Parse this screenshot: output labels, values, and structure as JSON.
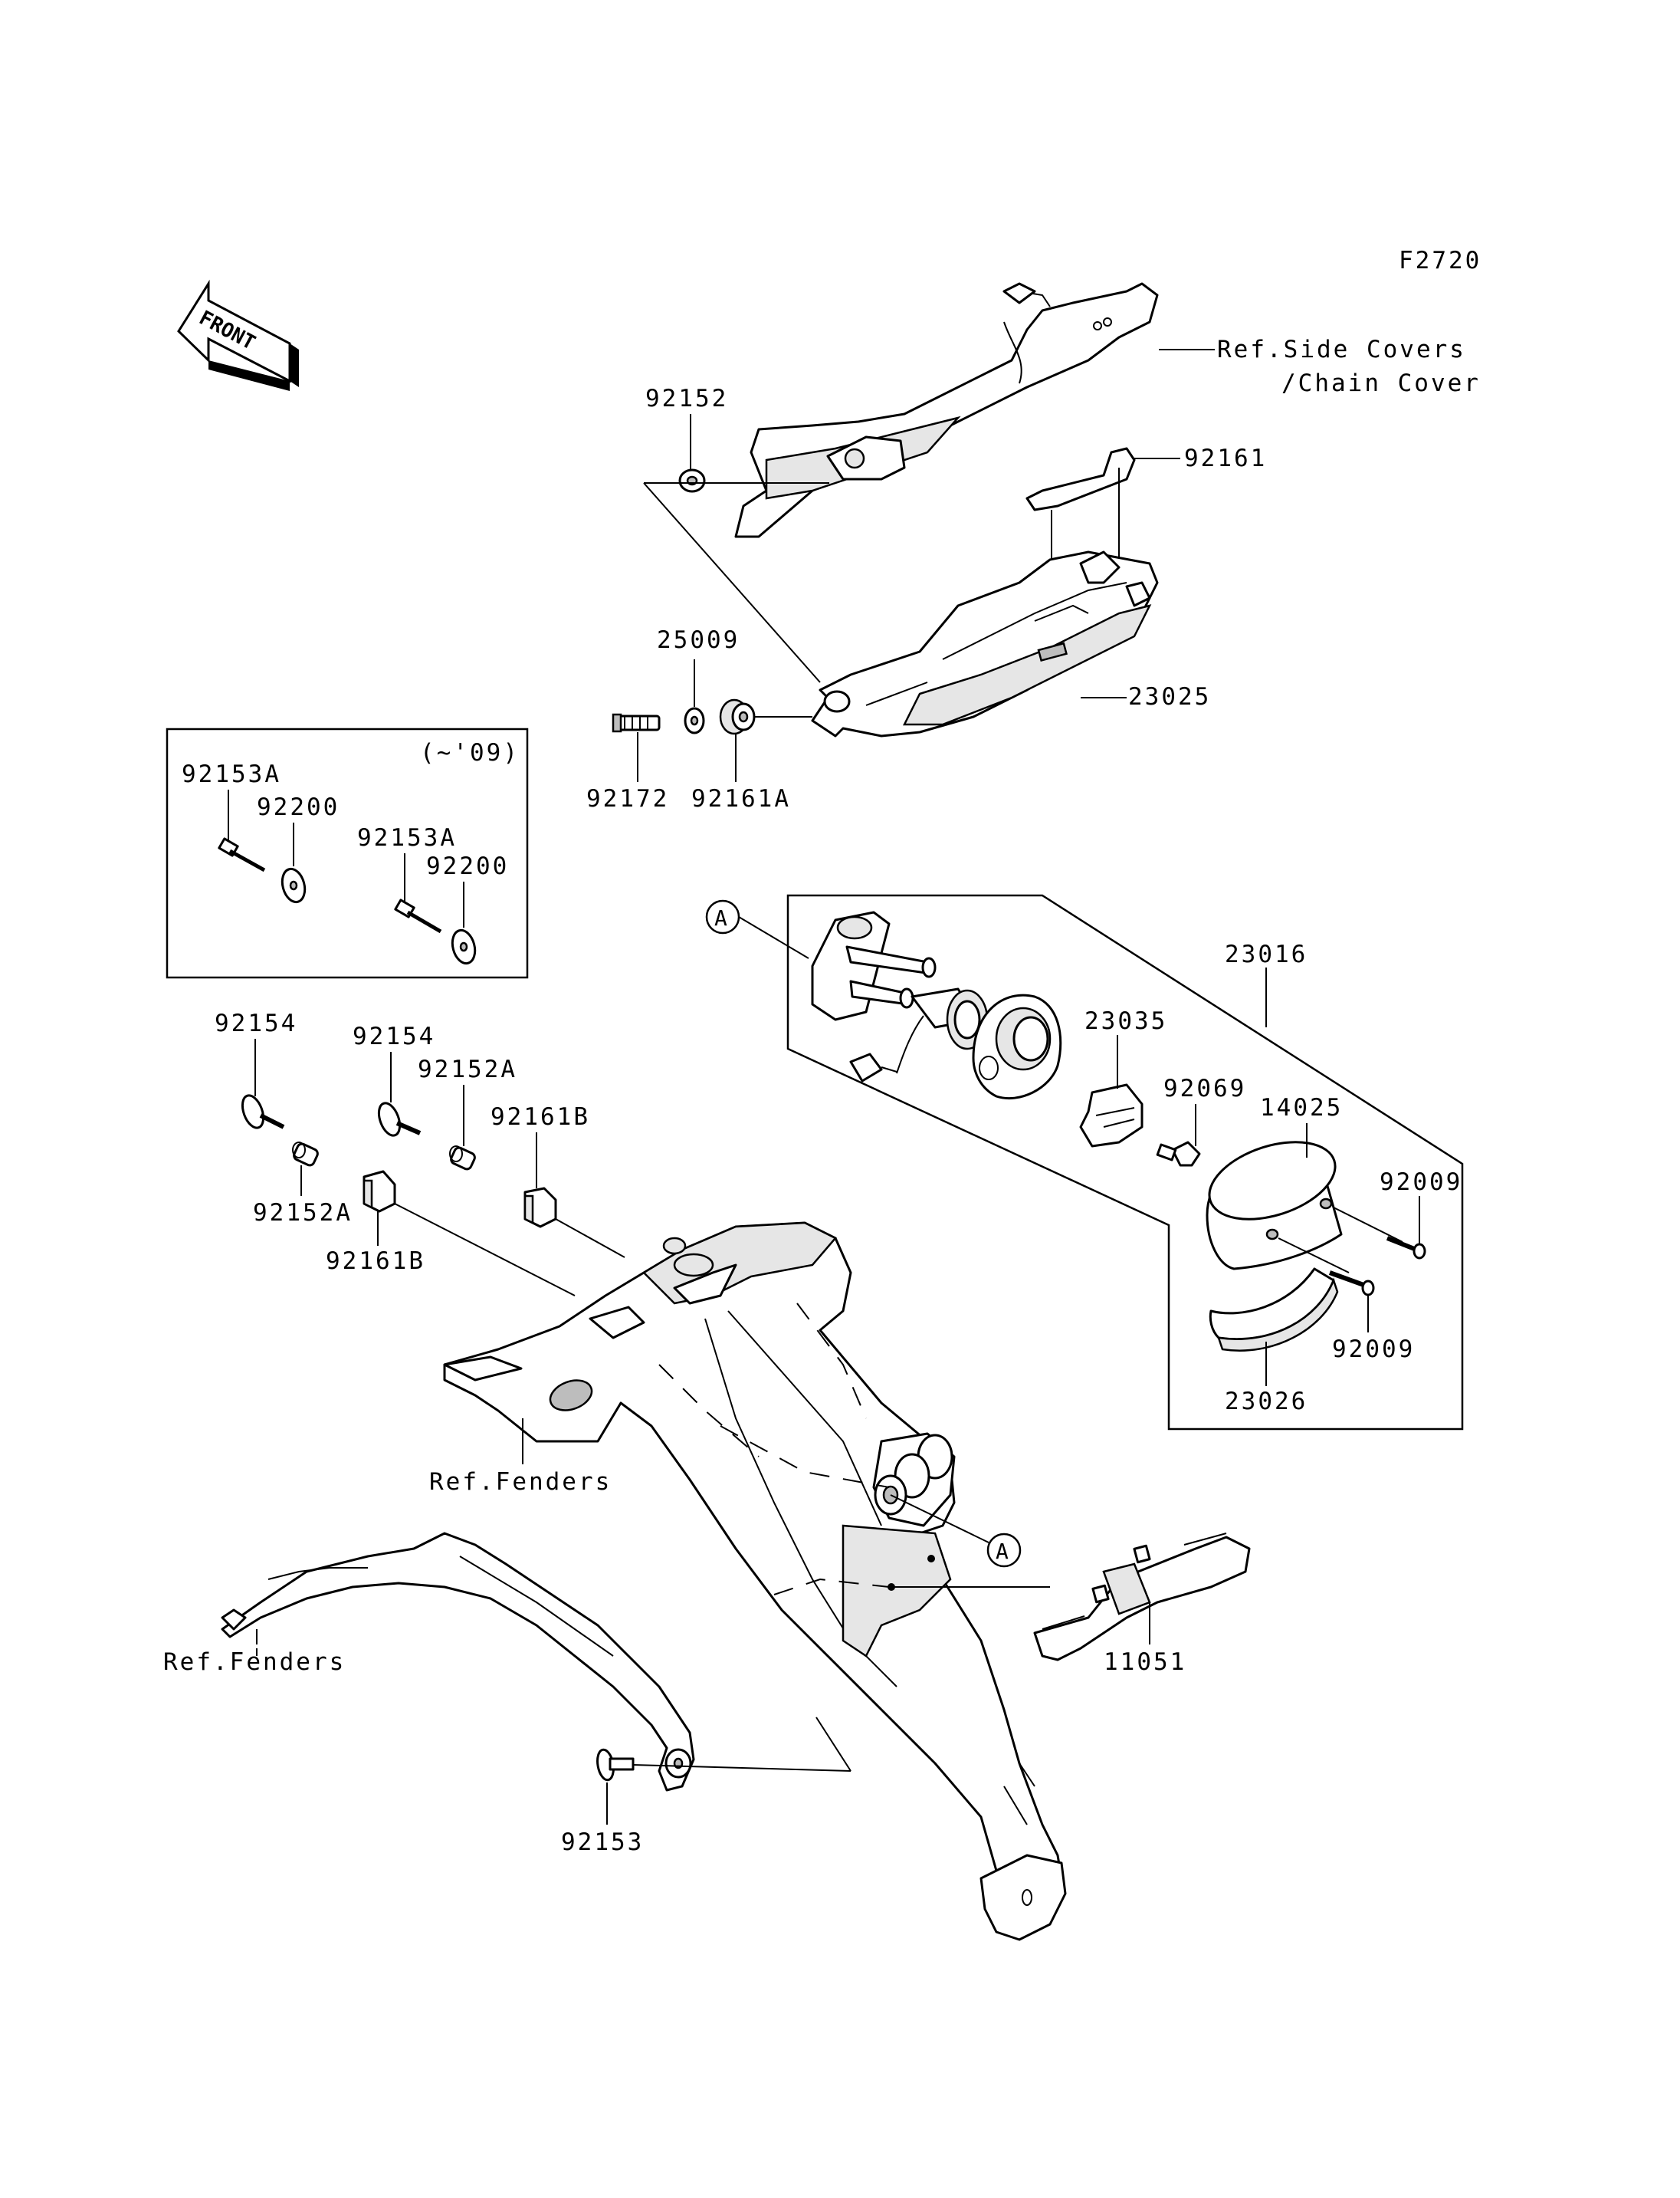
{
  "diagram_code": "F2720",
  "front_arrow_label": "FRONT",
  "version_note": "(~'09)",
  "callout_A": "A",
  "ref_labels": {
    "side_covers_line1": "Ref.Side Covers",
    "side_covers_line2": "/Chain Cover",
    "fenders_center": "Ref.Fenders",
    "fenders_left": "Ref.Fenders"
  },
  "parts": {
    "p92152_top": "92152",
    "p92161": "92161",
    "p25009": "25009",
    "p23025": "23025",
    "p92172": "92172",
    "p92161A": "92161A",
    "p92153A_1": "92153A",
    "p92200_1": "92200",
    "p92153A_2": "92153A",
    "p92200_2": "92200",
    "p23016": "23016",
    "p23035": "23035",
    "p92069": "92069",
    "p14025": "14025",
    "p92009_1": "92009",
    "p92009_2": "92009",
    "p23026": "23026",
    "p92154_1": "92154",
    "p92154_2": "92154",
    "p92152A_1": "92152A",
    "p92161B_1": "92161B",
    "p92152A_2": "92152A",
    "p92161B_2": "92161B",
    "p11051": "11051",
    "p92153": "92153"
  }
}
